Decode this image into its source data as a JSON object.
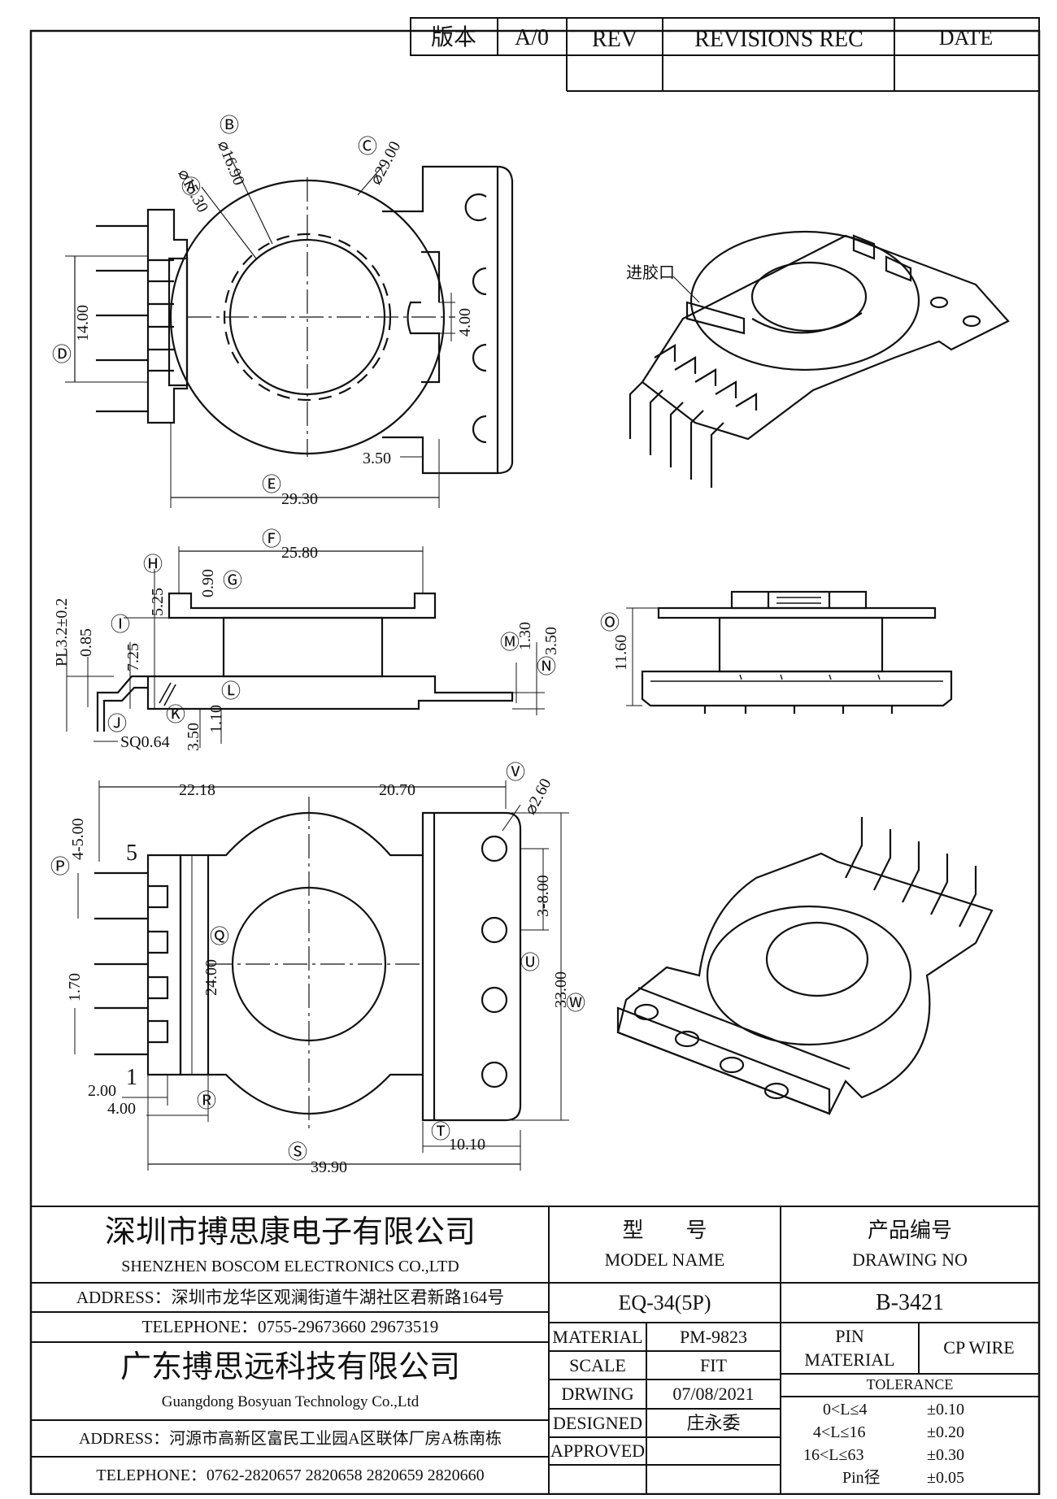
{
  "revision_block": {
    "version_label": "版本",
    "version_value": "A/0",
    "rev_label": "REV",
    "revisions_label": "REVISIONS REC",
    "date_label": "DATE"
  },
  "top_view": {
    "dims": {
      "a": "Ⓐ",
      "a_val": "⌀15.30",
      "b": "Ⓑ",
      "b_val": "⌀16.90",
      "c": "Ⓒ",
      "c_val": "⌀29.00",
      "d": "Ⓓ",
      "d_val": "14.00",
      "e": "Ⓔ",
      "e_val": "29.30",
      "slot_val": "4.00",
      "offset_val": "3.50"
    }
  },
  "iso_top": {
    "gate_label": "进胶口"
  },
  "side_view": {
    "dims": {
      "f": "Ⓕ",
      "f_val": "25.80",
      "g": "Ⓖ",
      "g_val": "0.90",
      "h": "Ⓗ",
      "h_val": "5.25",
      "i": "Ⓘ",
      "i_val": "7.25",
      "pl_val": "PL3.2±0.2",
      "p085_val": "0.85",
      "j": "Ⓙ",
      "sq_val": "SQ0.64",
      "k": "Ⓚ",
      "k_val": "3.50",
      "l": "Ⓛ",
      "l_val": "1.10",
      "m": "Ⓜ",
      "m_val": "1.30",
      "n": "Ⓝ",
      "n_val": "3.50"
    }
  },
  "front_view": {
    "dims": {
      "o": "Ⓞ",
      "o_val": "11.60"
    }
  },
  "bottom_view": {
    "pin_first": "5",
    "pin_last": "1",
    "dims": {
      "left_val": "22.18",
      "right_val": "20.70",
      "v": "Ⓥ",
      "v_val": "⌀2.60",
      "p": "Ⓟ",
      "p_val": "4-5.00",
      "q": "Ⓠ",
      "q_val": "24.00",
      "pitch_val": "1.70",
      "u": "Ⓤ",
      "u_val": "3-8.00",
      "w": "Ⓦ",
      "w_val": "33.00",
      "r": "Ⓡ",
      "r1_val": "2.00",
      "r2_val": "4.00",
      "s": "Ⓢ",
      "s_val": "39.90",
      "t": "Ⓣ",
      "t_val": "10.10"
    }
  },
  "title_block": {
    "company_cn": "深圳市搏思康电子有限公司",
    "company_en": "SHENZHEN BOSCOM ELECTRONICS CO.,LTD",
    "address1": "ADDRESS：深圳市龙华区观澜街道牛湖社区君新路164号",
    "telephone1": "TELEPHONE：0755-29673660 29673519",
    "company2_cn": "广东搏思远科技有限公司",
    "company2_en": "Guangdong Bosyuan Technology Co.,Ltd",
    "address2": "ADDRESS：河源市高新区富民工业园A区联体厂房A栋南栋",
    "telephone2": "TELEPHONE：0762-2820657 2820658 2820659 2820660",
    "model_cn": "型　　号",
    "model_en": "MODEL NAME",
    "model_value": "EQ-34(5P)",
    "drawing_cn": "产品编号",
    "drawing_en": "DRAWING NO",
    "drawing_value": "B-3421",
    "material_label": "MATERIAL",
    "material_value": "PM-9823",
    "scale_label": "SCALE",
    "scale_value": "FIT",
    "drawing_label": "DRWING",
    "date_value": "07/08/2021",
    "designed_label": "DESIGNED",
    "designed_value": "庄永委",
    "approved_label": "APPROVED",
    "pin_material_label_1": "PIN",
    "pin_material_label_2": "MATERIAL",
    "pin_material_value": "CP WIRE",
    "tolerance_label": "TOLERANCE",
    "tolerances": [
      {
        "range": "0<L≤4",
        "value": "±0.10"
      },
      {
        "range": "4<L≤16",
        "value": "±0.20"
      },
      {
        "range": "16<L≤63",
        "value": "±0.30"
      },
      {
        "range": "Pin径",
        "value": "±0.05"
      }
    ]
  }
}
